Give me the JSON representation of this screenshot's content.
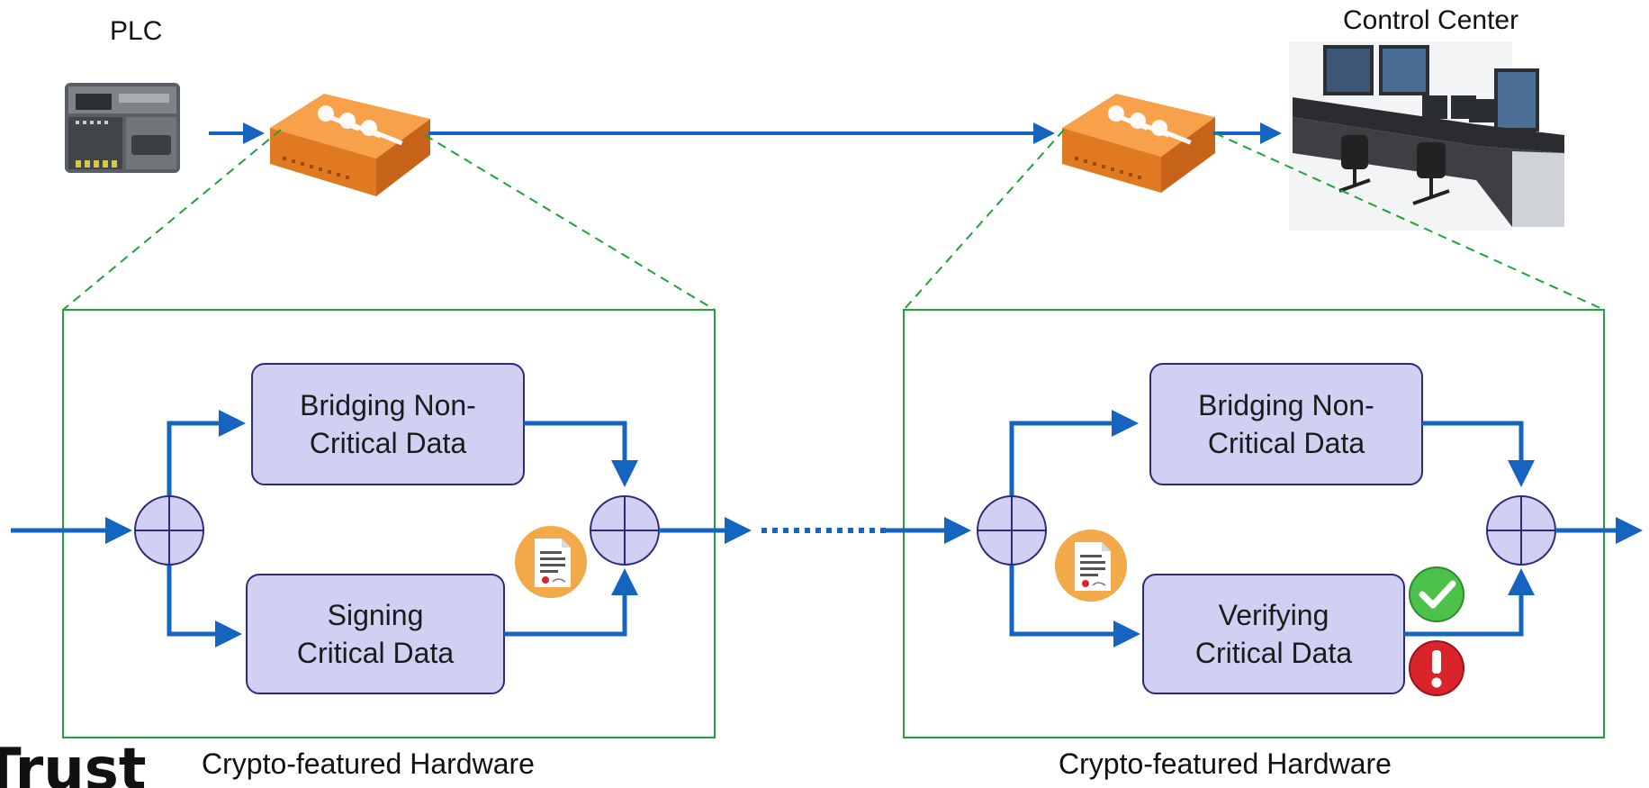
{
  "labels": {
    "plc": "PLC",
    "control_center": "Control Center",
    "left_caption": "Crypto-featured Hardware",
    "right_caption": "Crypto-featured Hardware",
    "partial_logo": "Trust"
  },
  "left_module": {
    "bridge_line1": "Bridging Non-",
    "bridge_line2": "Critical Data",
    "process_line1": "Signing",
    "process_line2": "Critical Data"
  },
  "right_module": {
    "bridge_line1": "Bridging Non-",
    "bridge_line2": "Critical Data",
    "process_line1": "Verifying",
    "process_line2": "Critical Data"
  },
  "colors": {
    "arrow": "#1565c0",
    "process_fill": "#cfd0f2",
    "process_stroke": "#2c2a7a",
    "dashed_green": "#1fa23a",
    "frame_green": "#22a339",
    "device_orange": "#f08a2c",
    "cert_orange": "#f2a94a",
    "check_green": "#4cc24a",
    "alert_red": "#d9242b"
  },
  "icons": {
    "plc": "plc-device-icon",
    "crypto_device": "crypto-key-device-icon",
    "control_center": "control-center-desk-icon",
    "certificate": "certificate-icon",
    "check": "check-icon",
    "alert": "exclamation-alert-icon"
  }
}
